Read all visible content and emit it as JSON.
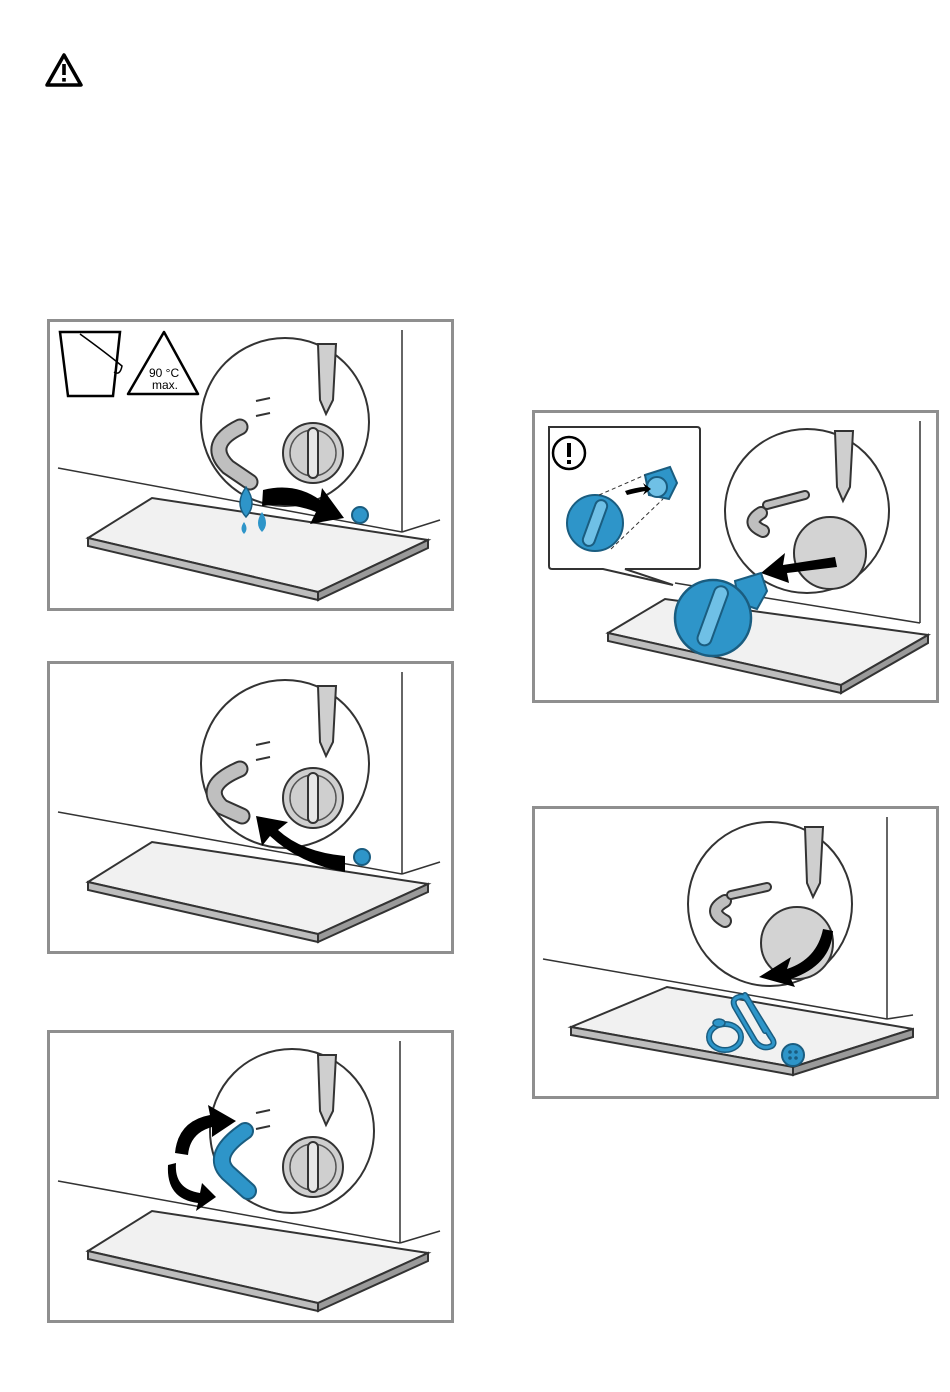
{
  "colors": {
    "frame": "#8f8f8f",
    "accent_blue": "#2e95c9",
    "tray_fill": "#f1f1f1",
    "machine_grey": "#cfcfcf",
    "arrow": "#000000"
  },
  "icons": {
    "warning": "warning-triangle-icon",
    "hot_water": "hot-water-triangle-icon",
    "bucket": "bucket-icon",
    "attention": "exclamation-circle-icon"
  },
  "hot_water_sign": {
    "temperature": "90 °C",
    "qualifier": "max."
  },
  "panels": [
    {
      "step": "drain-water-into-tray"
    },
    {
      "step": "replace-hose-cap"
    },
    {
      "step": "clip-hose-back"
    },
    {
      "step": "unscrew-pump-cap"
    },
    {
      "step": "remove-foreign-objects"
    }
  ]
}
